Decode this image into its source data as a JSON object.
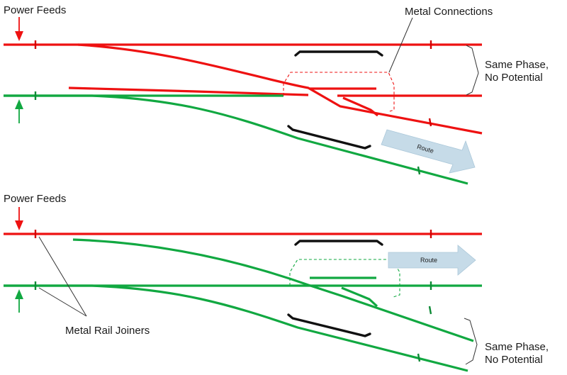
{
  "labels": {
    "power_feeds": "Power Feeds",
    "metal_connections": "Metal Connections",
    "same_phase_line1": "Same Phase,",
    "same_phase_line2": "No Potential",
    "metal_rail_joiners": "Metal Rail Joiners",
    "route": "Route"
  },
  "colors": {
    "rail_red": "#ee1111",
    "rail_green": "#11a841",
    "guard_rail": "#111111",
    "route_arrow": "#c6dbe8"
  }
}
